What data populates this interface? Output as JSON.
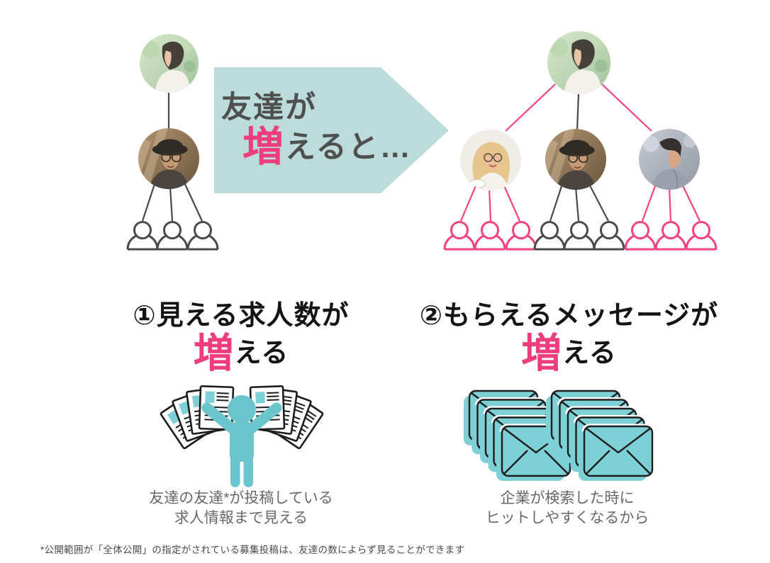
{
  "arrow_banner": {
    "line1": "友達が",
    "highlight": "増",
    "line2_rest": "えると…"
  },
  "networks": {
    "before": {
      "description": "user connected to one friend, friend connected to 3 people",
      "friend_of_friend_icons": 3
    },
    "after": {
      "description": "user connected to three friends, each connected to 3 people",
      "friend_photos": 3,
      "friend_of_friend_icons": 9
    }
  },
  "sections": [
    {
      "heading": "①見える求人数が",
      "highlight": "増",
      "heading_rest": "える",
      "caption": [
        "友達の友達*が投稿している",
        "求人情報まで見える"
      ],
      "illustration": "person-holding-job-posting-documents"
    },
    {
      "heading": "②もらえるメッセージが",
      "highlight": "増",
      "heading_rest": "える",
      "caption": [
        "企業が検索した時に",
        "ヒットしやすくなるから"
      ],
      "illustration": "stacks-of-envelopes"
    }
  ],
  "footnote": "*公開範囲が「全体公開」の指定がされている募集投稿は、友達の数によらず見ることができます",
  "colors": {
    "accent_pink": "#ee3d7c",
    "arrow_teal": "#bcdcdb",
    "illustration_teal": "#6ac5cd",
    "envelope_teal": "#7dd0d6",
    "heading_black": "#141414",
    "network_line_gray": "#4a4a4a",
    "caption_gray": "#686868"
  }
}
